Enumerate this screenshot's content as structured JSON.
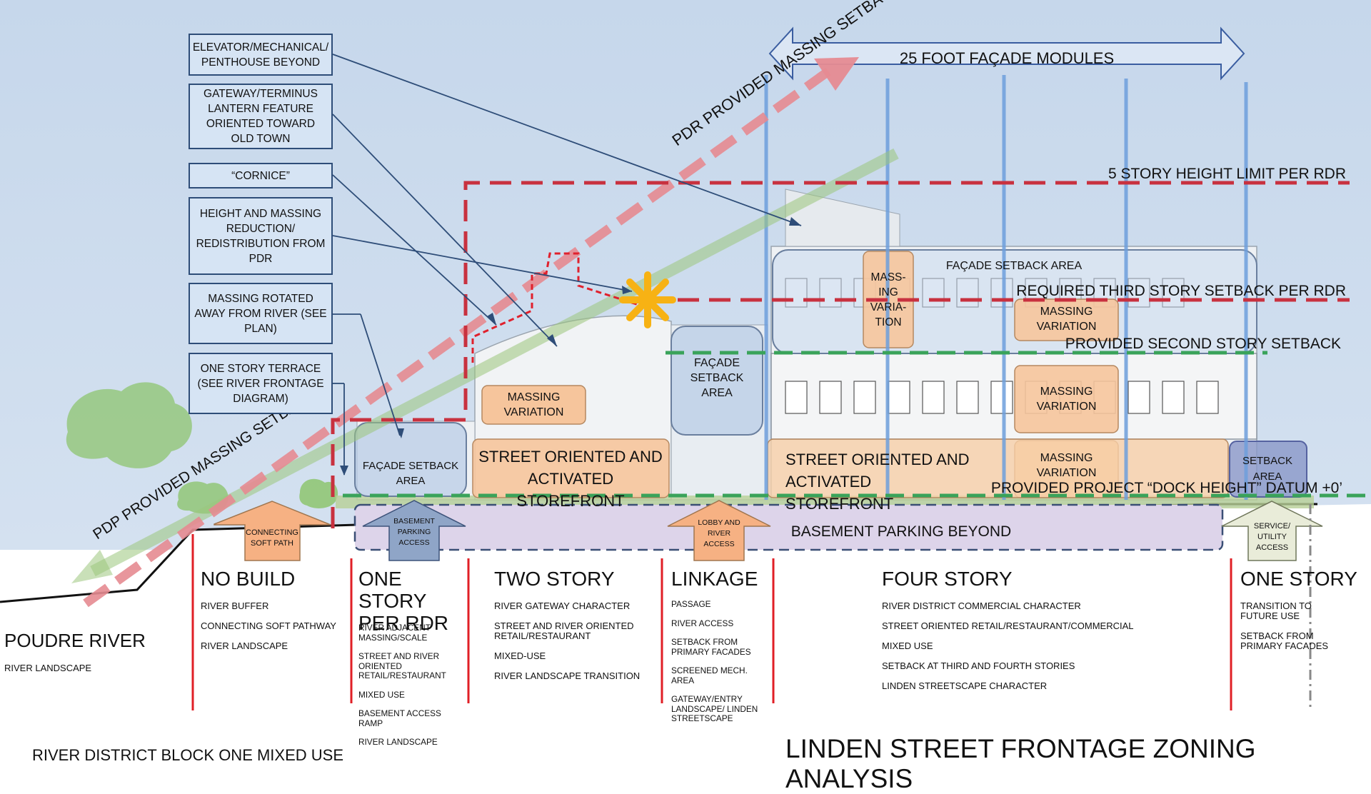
{
  "title": "LINDEN STREET FRONTAGE ZONING ANALYSIS",
  "project": "RIVER DISTRICT BLOCK ONE MIXED USE",
  "river": {
    "name": "POUDRE RIVER",
    "sub": "RIVER LANDSCAPE"
  },
  "callouts": [
    "ELEVATOR/MECHANICAL/ PENTHOUSE BEYOND",
    "GATEWAY/TERMINUS LANTERN FEATURE ORIENTED TOWARD OLD TOWN",
    "“CORNICE”",
    "HEIGHT AND MASSING REDUCTION/ REDISTRIBUTION FROM PDR",
    "MASSING ROTATED AWAY FROM RIVER (SEE PLAN)",
    "ONE STORY TERRACE (SEE RIVER FRONTAGE DIAGRAM)"
  ],
  "diagram_labels": {
    "facade_modules": "25 FOOT FAÇADE MODULES",
    "pdr_setback_upper": "PDR PROVIDED MASSING SETBACK",
    "pdp_setback_lower": "PDP PROVIDED MASSING SETBACK",
    "height_limit": "5 STORY HEIGHT LIMIT PER RDR",
    "third_story_setback": "REQUIRED THIRD STORY SETBACK PER RDR",
    "second_story_setback": "PROVIDED SECOND STORY SETBACK",
    "dock_height": "PROVIDED PROJECT “DOCK HEIGHT” DATUM +0’",
    "basement_beyond": "BASEMENT PARKING BEYOND",
    "facade_setback_top": "FAÇADE SETBACK AREA",
    "facade_setback_mid": "FAÇADE SETBACK AREA",
    "facade_setback_left": "FAÇADE SETBACK AREA",
    "setback_area_right": "SETBACK AREA",
    "massing_variation": "MASSING VARIATION",
    "massing_variation_hyphen": "MASS- ING VARIA- TION",
    "storefront": "STREET ORIENTED AND ACTIVATED STOREFRONT"
  },
  "arrows": {
    "soft_path": "CONNECTING SOFT PATH",
    "basement_access": "BASEMENT PARKING ACCESS",
    "lobby": "LOBBY AND RIVER ACCESS",
    "service": "SERVICE/ UTILITY ACCESS"
  },
  "columns": [
    {
      "title": "NO BUILD",
      "items": [
        "RIVER BUFFER",
        "CONNECTING SOFT PATHWAY",
        "RIVER LANDSCAPE"
      ]
    },
    {
      "title": "ONE STORY PER RDR",
      "items": [
        "RIVER ADJACENT MASSING/SCALE",
        "STREET AND RIVER ORIENTED RETAIL/RESTAURANT",
        "MIXED USE",
        "BASEMENT ACCESS RAMP",
        "RIVER LANDSCAPE"
      ]
    },
    {
      "title": "TWO STORY",
      "items": [
        "RIVER GATEWAY CHARACTER",
        "STREET AND RIVER ORIENTED RETAIL/RESTAURANT",
        "MIXED-USE",
        "RIVER LANDSCAPE TRANSITION"
      ]
    },
    {
      "title": "LINKAGE",
      "items": [
        "PASSAGE",
        "RIVER ACCESS",
        "SETBACK FROM PRIMARY FACADES",
        "SCREENED MECH. AREA",
        "GATEWAY/ENTRY LANDSCAPE/ LINDEN STREETSCAPE"
      ]
    },
    {
      "title": "FOUR STORY",
      "items": [
        "RIVER DISTRICT COMMERCIAL CHARACTER",
        "STREET ORIENTED RETAIL/RESTAURANT/COMMERCIAL",
        "MIXED USE",
        "SETBACK AT THIRD AND FOURTH STORIES",
        "LINDEN STREETSCAPE CHARACTER"
      ]
    },
    {
      "title": "ONE STORY",
      "items": [
        "TRANSITION TO FUTURE USE",
        "SETBACK FROM PRIMARY FACADES"
      ]
    }
  ],
  "colors": {
    "sky": "#cad9ec",
    "red_dashed": "#c8313f",
    "green_dashed": "#3aa35a",
    "blue_module": "#6e9fdc",
    "orange_block": "#f6c59c",
    "callout_fill": "#d6e4f4",
    "basement_fill": "#ddd4ea"
  }
}
